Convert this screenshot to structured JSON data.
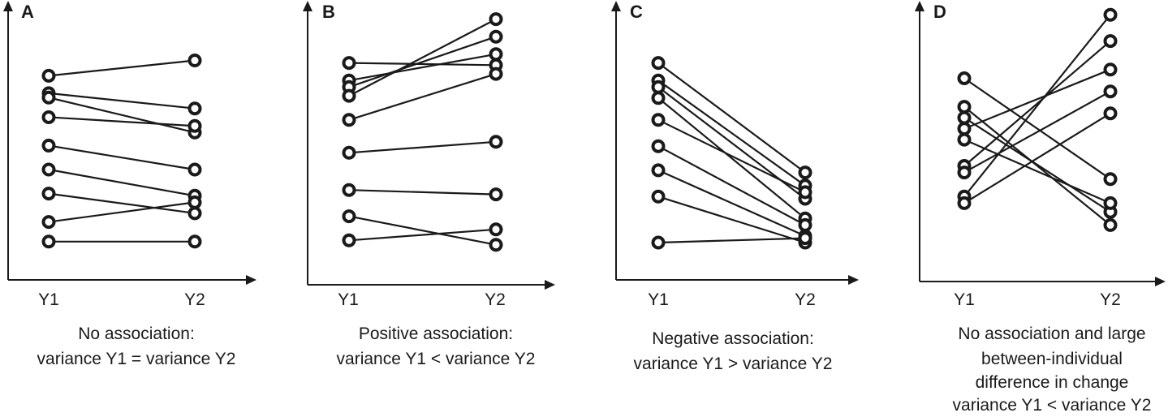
{
  "chart_data": [
    {
      "type": "line",
      "panel": "A",
      "categories": [
        "Y1",
        "Y2"
      ],
      "caption": [
        "No association:",
        "variance Y1 = variance Y2"
      ],
      "ylim": [
        0,
        100
      ],
      "pairs": [
        [
          85,
          92
        ],
        [
          77,
          70
        ],
        [
          75,
          59
        ],
        [
          66,
          62
        ],
        [
          53,
          42
        ],
        [
          42,
          30
        ],
        [
          31,
          22
        ],
        [
          18,
          27
        ],
        [
          9,
          9
        ]
      ]
    },
    {
      "type": "line",
      "panel": "B",
      "categories": [
        "Y1",
        "Y2"
      ],
      "caption": [
        "Positive association:",
        "variance Y1 < variance Y2"
      ],
      "ylim": [
        0,
        100
      ],
      "pairs": [
        [
          92,
          91
        ],
        [
          84,
          96
        ],
        [
          81,
          104
        ],
        [
          77,
          112
        ],
        [
          66,
          87
        ],
        [
          51,
          56
        ],
        [
          34,
          32
        ],
        [
          22,
          9
        ],
        [
          11,
          16
        ]
      ]
    },
    {
      "type": "line",
      "panel": "C",
      "categories": [
        "Y1",
        "Y2"
      ],
      "caption": [
        "Negative association:",
        "variance Y1 > variance Y2"
      ],
      "ylim": [
        0,
        100
      ],
      "pairs": [
        [
          92,
          42
        ],
        [
          84,
          36
        ],
        [
          81,
          30
        ],
        [
          76,
          21
        ],
        [
          66,
          33
        ],
        [
          54,
          18
        ],
        [
          43,
          13
        ],
        [
          31,
          10
        ],
        [
          10,
          12
        ]
      ]
    },
    {
      "type": "line",
      "panel": "D",
      "categories": [
        "Y1",
        "Y2"
      ],
      "caption": [
        "No association and large",
        "between-individual",
        "difference in change",
        "variance Y1 < variance Y2"
      ],
      "ylim": [
        0,
        100
      ],
      "pairs": [
        [
          85,
          39
        ],
        [
          72,
          18
        ],
        [
          67,
          24
        ],
        [
          62,
          89
        ],
        [
          57,
          28
        ],
        [
          45,
          102
        ],
        [
          42,
          79
        ],
        [
          31,
          114
        ],
        [
          28,
          69
        ]
      ]
    }
  ]
}
